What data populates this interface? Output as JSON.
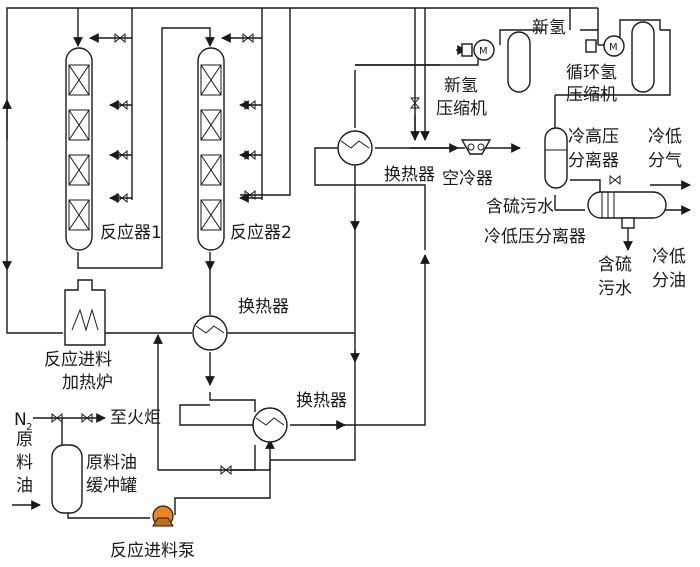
{
  "labels": {
    "reactor1": "反应器1",
    "reactor2": "反应器2",
    "heat_exchanger": "换热器",
    "air_cooler": "空冷器",
    "furnace_line1": "反应进料",
    "furnace_line2": "加热炉",
    "nitrogen": "N",
    "nitrogen_sub": "2",
    "to_flare": "至火炬",
    "feed_oil_char1": "原",
    "feed_oil_char2": "料",
    "feed_oil_char3": "油",
    "buffer_tank_line1": "原料油",
    "buffer_tank_line2": "缓冲罐",
    "feed_pump": "反应进料泵",
    "new_h2_comp_line1": "新氢",
    "new_h2_comp_line2": "压缩机",
    "new_h2": "新氢",
    "recycle_comp_line1": "循环氢",
    "recycle_comp_line2": "压缩机",
    "hp_sep_line1": "冷高压",
    "hp_sep_line2": "分离器",
    "lp_gas_line1": "冷低",
    "lp_gas_line2": "分气",
    "sour_water": "含硫污水",
    "lp_separator": "冷低压分离器",
    "sour_water2_line1": "含硫",
    "sour_water2_line2": "污水",
    "lp_oil_line1": "冷低",
    "lp_oil_line2": "分油"
  },
  "colors": {
    "line": "#1a1a1a",
    "pump": "#e8871e",
    "background": "#ffffff"
  },
  "icons": [
    "valve-icon",
    "motor-m-label",
    "pump-icon",
    "furnace-flame-icon"
  ]
}
